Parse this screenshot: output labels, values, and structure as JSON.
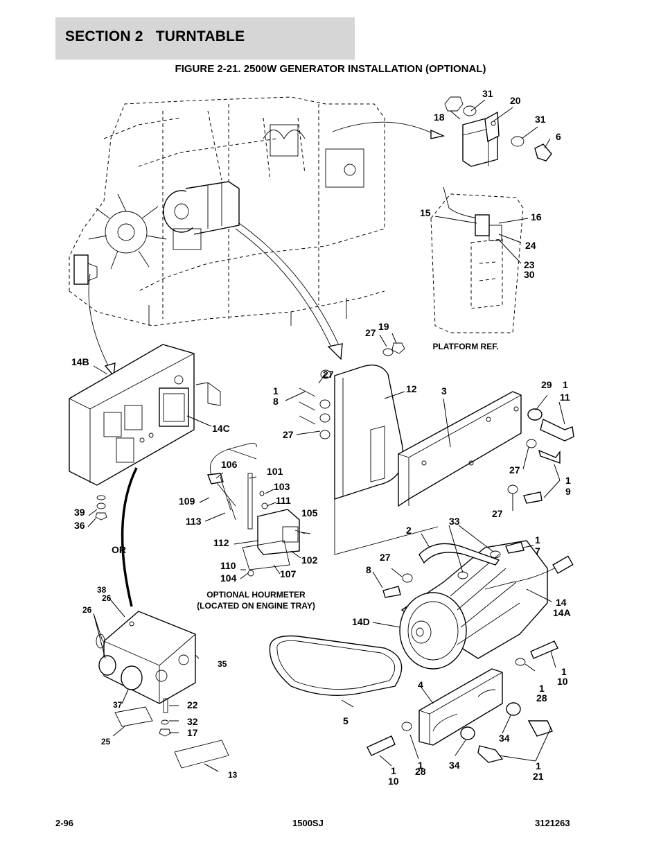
{
  "header": {
    "section_title": "SECTION 2   TURNTABLE",
    "figure_title": "FIGURE 2-21. 2500W GENERATOR INSTALLATION (OPTIONAL)"
  },
  "notes": {
    "platform_ref": "PLATFORM REF.",
    "hourmeter_line1": "OPTIONAL HOURMETER",
    "hourmeter_line2": "(LOCATED ON ENGINE TRAY)",
    "or": "OR"
  },
  "callouts": {
    "c31a": "31",
    "c20": "20",
    "c18": "18",
    "c31b": "31",
    "c6": "6",
    "c15": "15",
    "c16": "16",
    "c24": "24",
    "c23": "23",
    "c30": "30",
    "c27a": "27",
    "c19": "19",
    "c14b": "14B",
    "c14c": "14C",
    "c27b": "27",
    "c1a": "1",
    "c8a": "8",
    "c27c": "27",
    "c12": "12",
    "c3": "3",
    "c29": "29",
    "c1b": "1",
    "c11": "11",
    "c27d": "27",
    "c1c": "1",
    "c9": "9",
    "c27e": "27",
    "c106": "106",
    "c101": "101",
    "c103": "103",
    "c111": "111",
    "c109": "109",
    "c113": "113",
    "c105": "105",
    "c112": "112",
    "c102": "102",
    "c110": "110",
    "c104": "104",
    "c107": "107",
    "c39": "39",
    "c36": "36",
    "c33": "33",
    "c2": "2",
    "c1d": "1",
    "c7": "7",
    "c27f": "27",
    "c8b": "8",
    "c14": "14",
    "c14a": "14A",
    "c14d": "14D",
    "c38": "38",
    "c26a": "26",
    "c26b": "26",
    "c35": "35",
    "c37": "37",
    "c22": "22",
    "c32": "32",
    "c17": "17",
    "c25": "25",
    "c13": "13",
    "c4": "4",
    "c1e": "1",
    "c28a": "28",
    "c1f": "1",
    "c10a": "10",
    "c5": "5",
    "c34a": "34",
    "c34b": "34",
    "c1g": "1",
    "c10b": "10",
    "c1h": "1",
    "c28b": "28",
    "c1i": "1",
    "c21": "21"
  },
  "footer": {
    "page_number": "2-96",
    "model": "1500SJ",
    "part_number": "3121263"
  }
}
